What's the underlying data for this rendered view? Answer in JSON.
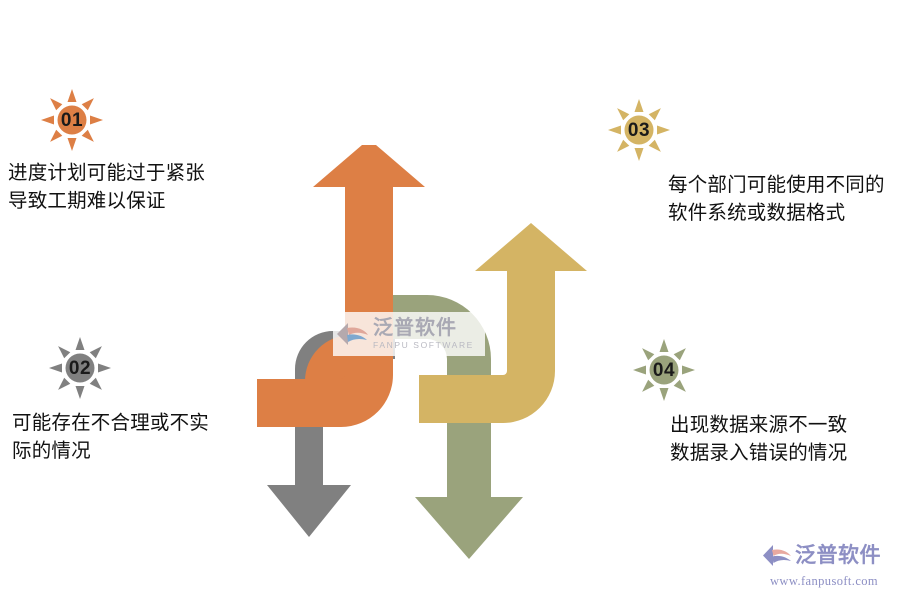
{
  "diagram": {
    "title": "",
    "type": "four-arrow-interlock-infographic",
    "background_color": "#ffffff",
    "items": [
      {
        "number": "01",
        "color": "#dd7f45",
        "text": "进度计划可能过于紧张\n导致工期难以保证",
        "arrow_direction": "up",
        "icon": "sun-badge-icon"
      },
      {
        "number": "02",
        "color": "#808080",
        "text": "可能存在不合理或不实\n际的情况",
        "arrow_direction": "down",
        "icon": "sun-badge-icon"
      },
      {
        "number": "03",
        "color": "#d4b464",
        "text": "每个部门可能使用不同的\n软件系统或数据格式",
        "arrow_direction": "up",
        "icon": "sun-badge-icon"
      },
      {
        "number": "04",
        "color": "#9aa37c",
        "text": "出现数据来源不一致\n数据录入错误的情况",
        "arrow_direction": "down",
        "icon": "sun-badge-icon"
      }
    ]
  },
  "center_watermark": {
    "cn": "泛普软件",
    "en": "FANPU SOFTWARE",
    "color": "#a9a9b4"
  },
  "brand_logo": {
    "cn": "泛普软件",
    "url": "www.fanpusoft.com",
    "color": "#8d8fc4"
  },
  "colors": {
    "orange": "#dd7f45",
    "gray": "#808080",
    "gold": "#d4b464",
    "sage": "#9aa37c",
    "text": "#111111"
  }
}
